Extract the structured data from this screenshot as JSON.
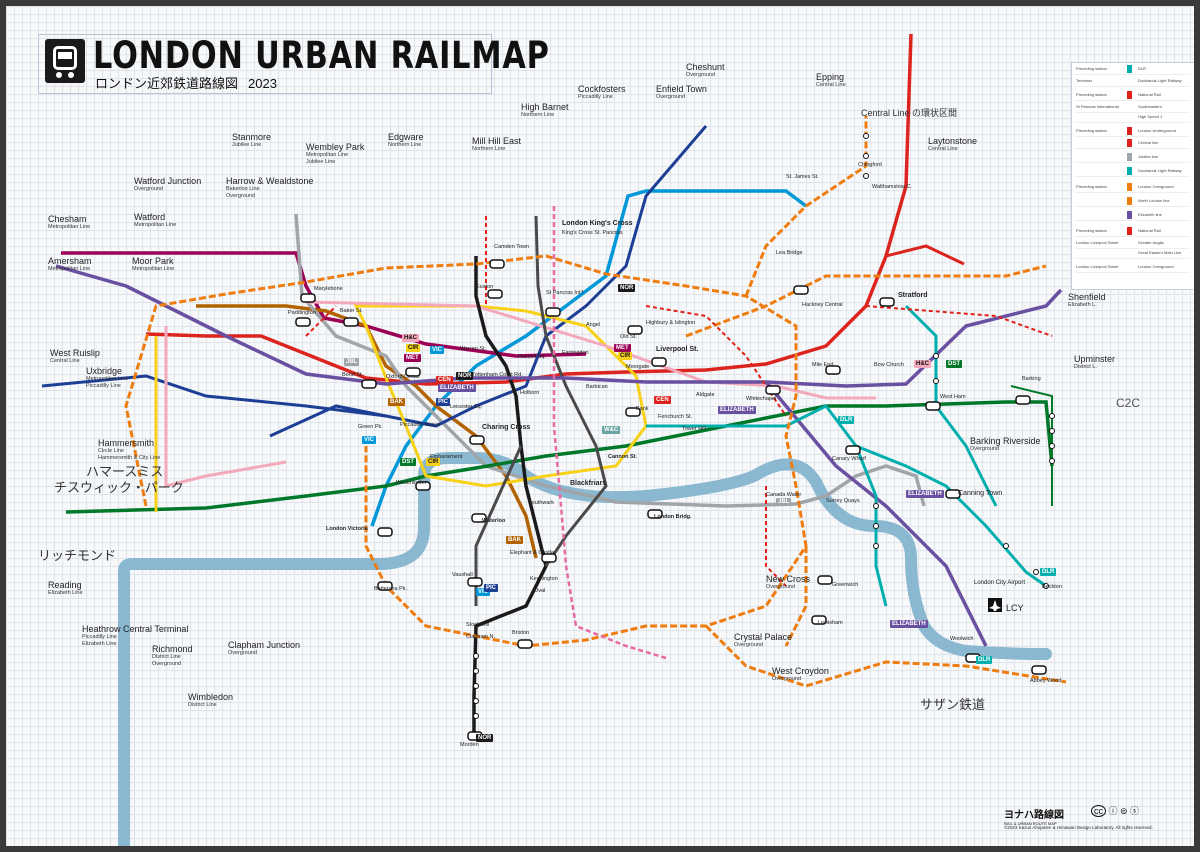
{
  "title": {
    "main": "LONDON URBAN RAILMAP",
    "sub": "ロンドン近郊鉄道路線図",
    "year": "2023"
  },
  "colors": {
    "thames": "#8ab8d0",
    "central": "#dc241f",
    "bakerloo": "#b26300",
    "circle": "#f7d117",
    "district": "#00782a",
    "hammersmith": "#f3a9bb",
    "jubilee": "#a0a5a9",
    "metropolitan": "#9b0056",
    "northern": "#1a1a1a",
    "piccadilly": "#1c3f95",
    "victoria": "#0098d8",
    "elizabeth": "#6950a1",
    "dlr": "#00afad",
    "overground": "#ee7c0e",
    "national_rail": "#e32017",
    "thameslink": "#e86aa2"
  },
  "outer_labels": [
    {
      "name": "Chesham",
      "line": "Metropolitan Line"
    },
    {
      "name": "Amersham",
      "line": "Metropolitan Line"
    },
    {
      "name": "Watford",
      "line": "Metropolitan Line"
    },
    {
      "name": "Watford Junction",
      "line": "Overground"
    },
    {
      "name": "Moor Park",
      "line": "Metropolitan Line"
    },
    {
      "name": "Stanmore",
      "line": "Jubilee Line"
    },
    {
      "name": "Harrow & Wealdstone",
      "line": "Bakerloo Line",
      "line2": "Overground"
    },
    {
      "name": "Wembley Park",
      "line": "Metropolitan Line",
      "line2": "Jubilee Line"
    },
    {
      "name": "Edgware",
      "line": "Northern Line"
    },
    {
      "name": "Mill Hill East",
      "line": "Northern Line"
    },
    {
      "name": "High Barnet",
      "line": "Northern Line"
    },
    {
      "name": "Cockfosters",
      "line": "Piccadilly Line"
    },
    {
      "name": "Enfield Town",
      "line": "Overground"
    },
    {
      "name": "Cheshunt",
      "line": "Overground"
    },
    {
      "name": "Epping",
      "line": "Central Line"
    },
    {
      "name": "Laytonstone",
      "line": "Central Line"
    },
    {
      "name": "Shenfield",
      "line": "Elizabeth L."
    },
    {
      "name": "Upminster",
      "line": "District L."
    },
    {
      "name": "Barking Riverside",
      "line": "Overground"
    },
    {
      "name": "West Ruislip",
      "line": "Central Line"
    },
    {
      "name": "Uxbridge",
      "line": "Metropolitan Line",
      "line2": "Piccadilly Line"
    },
    {
      "name": "Hammersmith",
      "line": "Circle Line",
      "line2": "Hammersmith & City Line"
    },
    {
      "name": "Reading",
      "line": "Elizabeth Line"
    },
    {
      "name": "Heathrow Central Terminal",
      "line": "Piccadilly Line",
      "line2": "Elizabeth Line"
    },
    {
      "name": "Richmond",
      "line": "District Line",
      "line2": "Overground"
    },
    {
      "name": "Clapham Junction",
      "line": "Overground"
    },
    {
      "name": "Wimbledon",
      "line": "District Line"
    },
    {
      "name": "New Cross",
      "line": "Overground"
    },
    {
      "name": "Crystal Palace",
      "line": "Overground"
    },
    {
      "name": "West Croydon",
      "line": "Overground"
    }
  ],
  "big_labels": {
    "central_loop": "Central Line の環状区間",
    "hammersmith_jp": "ハマースミス",
    "chiswick_jp": "チスウィック・パーク",
    "richmond_jp": "リッチモンド",
    "southern_jp": "サザン鉄道",
    "c2c": "C2C",
    "london_city": "London City Airport",
    "lcy": "LCY"
  },
  "stations": {
    "kings_cross": "London King's Cross",
    "kings_cross_sub": "King's Cross St. Pancras",
    "st_pancras": "St Pancras Int'l",
    "euston": "Euston",
    "marylebone": "Marylebone",
    "baker_st": "Baker St.",
    "paddington": "Paddington",
    "oxford_circus": "Oxford Circus",
    "bond_st": "Bond St.",
    "liverpool_st": "Liverpool St.",
    "farringdon": "Farringdon",
    "barbican": "Barbican",
    "moorgate": "Moorgate",
    "bank": "Bank",
    "fenchurch": "Fenchurch St.",
    "tower_hill": "Tower Hill",
    "aldgate": "Aldgate",
    "whitechapel": "Whitechapel",
    "stratford": "Stratford",
    "canning_town": "Canning Town",
    "canary_wharf": "Canary Wharf",
    "charing_cross": "Charing Cross",
    "embankment": "Embankment",
    "westminster": "Westminster",
    "victoria": "London Victoria",
    "waterloo": "Waterloo",
    "london_bridge": "London Bridg.",
    "cannon_st": "Cannon St.",
    "blackfriars": "Blackfriars",
    "southwark": "Southwark",
    "elephant": "Elephant & Castle",
    "vauxhall": "Vauxhall",
    "battersea": "Battersea Pk.",
    "brixton": "Brixton",
    "stockwell": "Stockwell",
    "clapham_n": "Clapham N.",
    "morden": "Morden",
    "kennington": "Kennington",
    "oval": "Oval",
    "canada_water": "Canada Water",
    "surrey_quays": "Surrey Quays",
    "greenwich": "Greenwich",
    "lewisham": "Lewisham",
    "woolwich": "Woolwich",
    "abbey_wood": "Abbey Wood",
    "beckton": "Beckton",
    "camden": "Camden Town",
    "hackney": "Hackney Central",
    "highbury": "Highbury & Islington",
    "angel": "Angel",
    "old_st": "Old St.",
    "green_pk": "Green Pk.",
    "piccadilly_circus": "Piccadilly Circus",
    "leicester_sq": "Leicester Sq.",
    "holborn": "Holborn",
    "tottenham": "Tottenham Court Rd.",
    "warren_st": "Warren St.",
    "russell_sq": "Russell Sq.",
    "mile_end": "Mile End",
    "bow_church": "Bow Church",
    "west_ham": "West Ham",
    "barking": "Barking",
    "chingford": "Chingford",
    "walthamstow": "Walthamstow C.",
    "lea_bridge": "Lea Bridge",
    "st_james": "St. James St."
  },
  "badges": [
    "NOR",
    "H&C",
    "CIR",
    "MET",
    "CEN",
    "BAK",
    "PIC",
    "VIC",
    "DST",
    "JBL",
    "W&C",
    "DLR",
    "ELIZABETH"
  ],
  "legend": {
    "head1": "Preceding station",
    "dlr": "DLR",
    "terminus": "Terminus",
    "dlr_name": "Docklands Light Railway",
    "nr": "National Rail",
    "st_pancras": "St Pancras International",
    "southeastern": "Southeastern",
    "hs1": "High Speed 1",
    "lu": "London Underground",
    "central": "Central line",
    "jubilee": "Jubilee line",
    "elizabeth": "Elizabeth line",
    "overground": "London Overground",
    "northl": "North London line",
    "greater": "Greater Anglia",
    "gel": "Great Eastern Main Line",
    "lls": "London Liverpool Street"
  },
  "footer": {
    "brand": "ヨナハ路線図",
    "brand_sub": "RAIL & URBAN ROUTE MAP",
    "copyright": "©2023 Kazuri Ahojanen & Himawari Design Laboratory. All rights reserved.",
    "cc": "cc"
  }
}
